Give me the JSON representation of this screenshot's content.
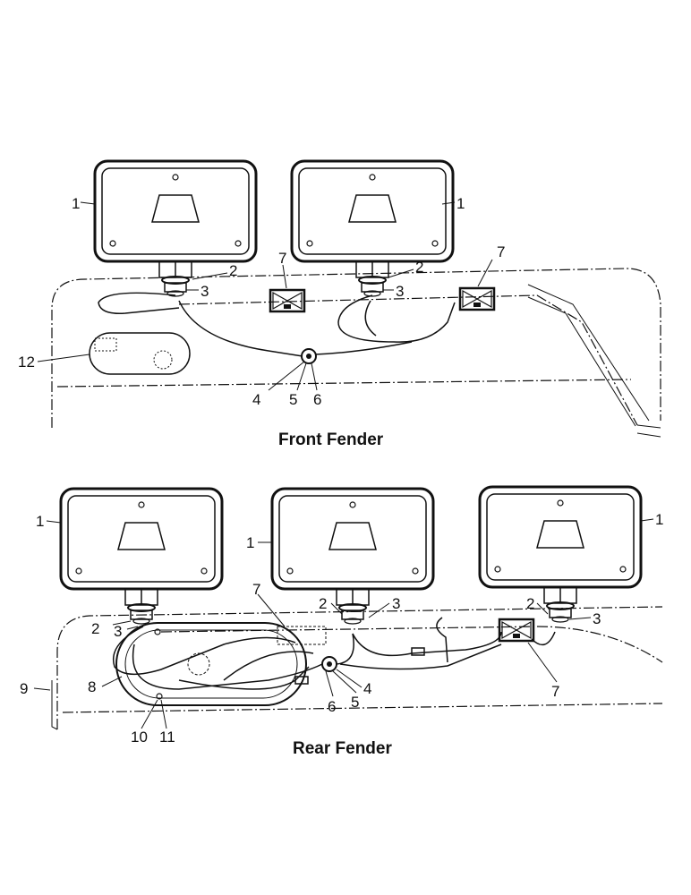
{
  "captions": {
    "front": "Front Fender",
    "rear": "Rear Fender"
  },
  "callouts": {
    "front": [
      "1",
      "1",
      "2",
      "3",
      "7",
      "2",
      "3",
      "7",
      "12",
      "4",
      "5",
      "6"
    ],
    "rear": [
      "1",
      "1",
      "1",
      "7",
      "2",
      "3",
      "2",
      "3",
      "2",
      "3",
      "9",
      "8",
      "6",
      "5",
      "4",
      "10",
      "11",
      "7"
    ]
  },
  "colors": {
    "ink": "#111111",
    "paper": "#ffffff"
  }
}
